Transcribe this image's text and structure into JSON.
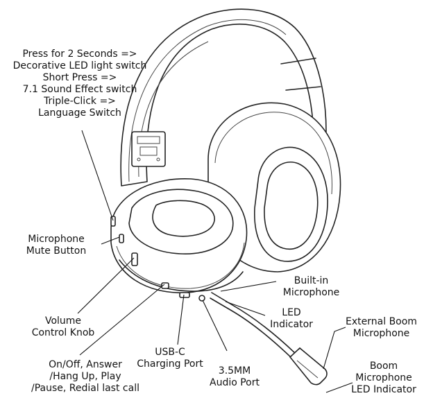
{
  "callouts": {
    "button_modes": {
      "lines": [
        "Press for 2 Seconds =>",
        "Decorative LED light switch",
        "Short Press =>",
        "7.1 Sound Effect switch",
        "Triple-Click =>",
        "Language Switch"
      ]
    },
    "mic_mute": {
      "lines": [
        "Microphone",
        "Mute Button"
      ]
    },
    "volume": {
      "lines": [
        "Volume",
        "Control Knob"
      ]
    },
    "power": {
      "lines": [
        "On/Off, Answer",
        "/Hang Up, Play",
        "/Pause, Redial last call"
      ]
    },
    "usbc": {
      "lines": [
        "USB-C",
        "Charging Port"
      ]
    },
    "audio_port": {
      "lines": [
        "3.5MM",
        "Audio Port"
      ]
    },
    "builtin_mic": {
      "lines": [
        "Built-in",
        "Microphone"
      ]
    },
    "led": {
      "lines": [
        "LED",
        "Indicator"
      ]
    },
    "ext_mic": {
      "lines": [
        "External Boom",
        "Microphone"
      ]
    },
    "boom_led": {
      "lines": [
        "Boom",
        "Microphone",
        "LED Indicator"
      ]
    }
  }
}
